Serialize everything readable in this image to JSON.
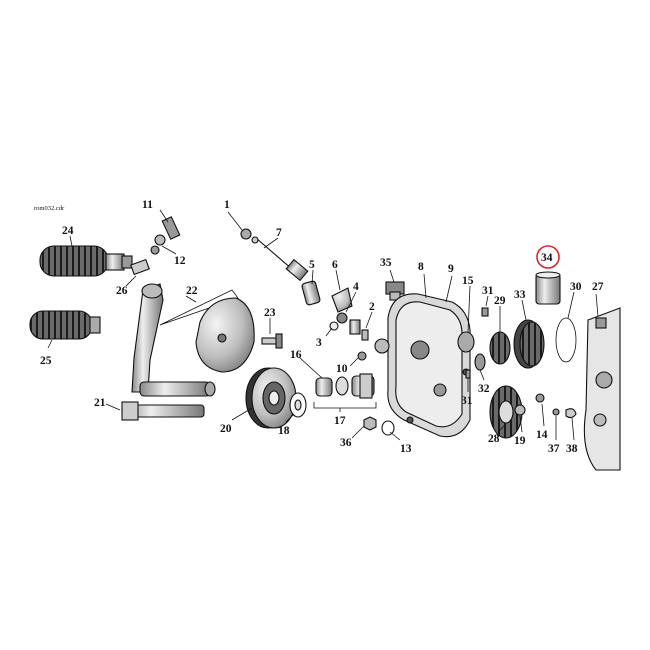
{
  "diagram": {
    "file_label": "rom032.cdr",
    "highlight_color": "#d4272f",
    "highlighted_part": "34",
    "part_numbers": {
      "p1": "1",
      "p2": "2",
      "p3": "3",
      "p4": "4",
      "p5": "5",
      "p6": "6",
      "p7": "7",
      "p8": "8",
      "p9": "9",
      "p10": "10",
      "p11": "11",
      "p12": "12",
      "p13": "13",
      "p14": "14",
      "p15": "15",
      "p16": "16",
      "p17": "17",
      "p18": "18",
      "p19": "19",
      "p20": "20",
      "p21": "21",
      "p22": "22",
      "p23": "23",
      "p24": "24",
      "p25": "25",
      "p26": "26",
      "p27": "27",
      "p28": "28",
      "p29": "29",
      "p30": "30",
      "p31a": "31",
      "p31b": "31",
      "p32": "32",
      "p33": "33",
      "p34": "34",
      "p35": "35",
      "p36": "36",
      "p37": "37",
      "p38": "38"
    }
  }
}
